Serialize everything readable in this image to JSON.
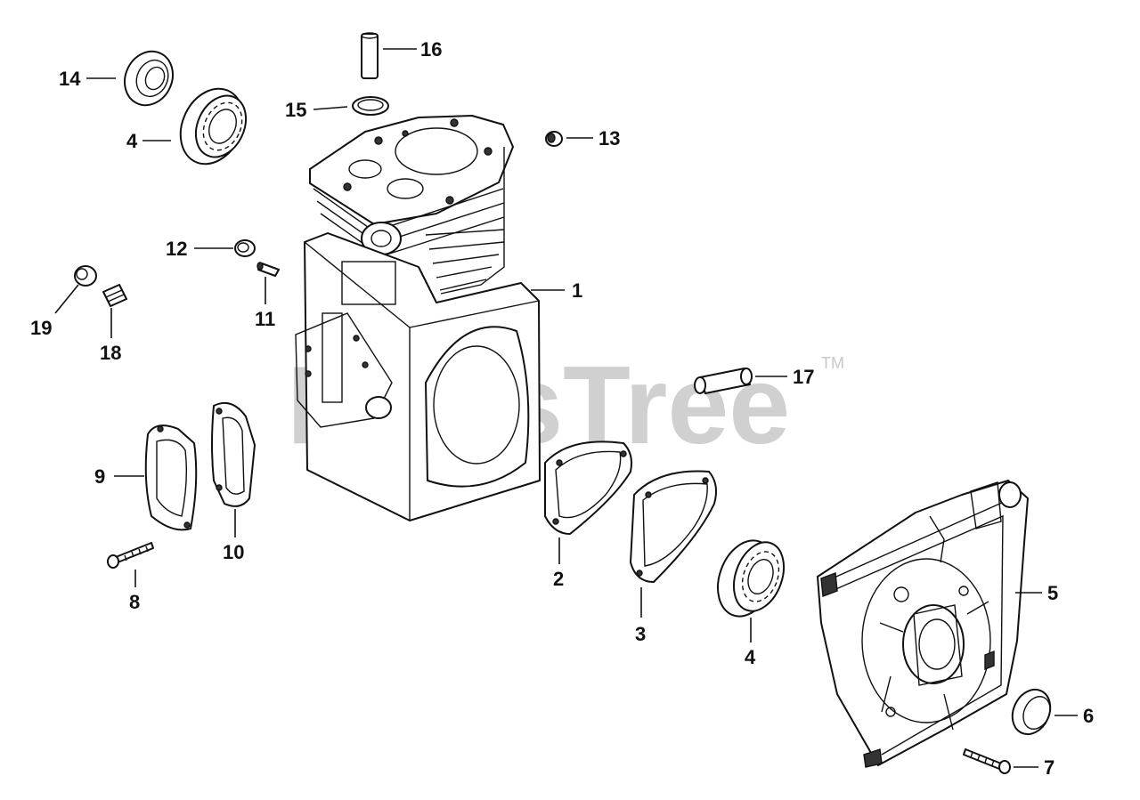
{
  "watermark": {
    "brand": "PartsTree",
    "trademark": "TM"
  },
  "callouts": [
    {
      "id": "c14",
      "label": "14"
    },
    {
      "id": "c4a",
      "label": "4"
    },
    {
      "id": "c16",
      "label": "16"
    },
    {
      "id": "c15",
      "label": "15"
    },
    {
      "id": "c13",
      "label": "13"
    },
    {
      "id": "c12",
      "label": "12"
    },
    {
      "id": "c11",
      "label": "11"
    },
    {
      "id": "c1",
      "label": "1"
    },
    {
      "id": "c19",
      "label": "19"
    },
    {
      "id": "c18",
      "label": "18"
    },
    {
      "id": "c17",
      "label": "17"
    },
    {
      "id": "c9",
      "label": "9"
    },
    {
      "id": "c10",
      "label": "10"
    },
    {
      "id": "c8",
      "label": "8"
    },
    {
      "id": "c2",
      "label": "2"
    },
    {
      "id": "c3",
      "label": "3"
    },
    {
      "id": "c4b",
      "label": "4"
    },
    {
      "id": "c5",
      "label": "5"
    },
    {
      "id": "c6",
      "label": "6"
    },
    {
      "id": "c7",
      "label": "7"
    }
  ]
}
